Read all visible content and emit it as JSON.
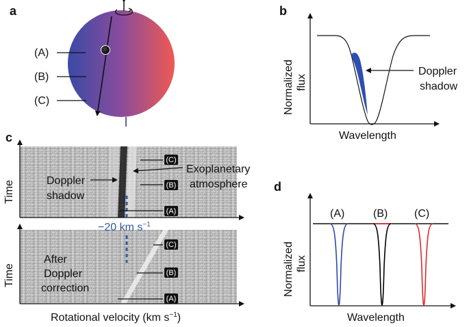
{
  "panels": {
    "a": {
      "letter": "a",
      "labels": [
        "(A)",
        "(B)",
        "(C)"
      ],
      "colors": {
        "blue": "#3a4aa6",
        "red": "#ef5a52",
        "arrow": "#111111"
      }
    },
    "b": {
      "letter": "b",
      "ylabel_line1": "Normalized",
      "ylabel_line2": "flux",
      "xlabel": "Wavelength",
      "annotation_line1": "Doppler",
      "annotation_line2": "shadow",
      "shadow_color": "#2e4fb0"
    },
    "c": {
      "letter": "c",
      "ylabel_top": "Time",
      "ylabel_bottom": "Time",
      "xlabel_main": "Rotational velocity (km s",
      "xlabel_exp": "−1",
      "xlabel_close": ")",
      "doppler_line1": "Doppler",
      "doppler_line2": "shadow",
      "exo_line1": "Exoplanetary",
      "exo_line2": "atmosphere",
      "velocity_main": "−20 km s",
      "velocity_exp": "−1",
      "after_line1": "After",
      "after_line2": "Doppler",
      "after_line3": "correction",
      "tags": [
        "(C)",
        "(B)",
        "(A)"
      ],
      "velocity_color": "#2f5a9e"
    },
    "d": {
      "letter": "d",
      "ylabel_line1": "Normalized",
      "ylabel_line2": "flux",
      "xlabel": "Wavelength",
      "line_labels": [
        "(A)",
        "(B)",
        "(C)"
      ],
      "line_colors": [
        "#2d48a8",
        "#000000",
        "#e0262b"
      ]
    }
  }
}
